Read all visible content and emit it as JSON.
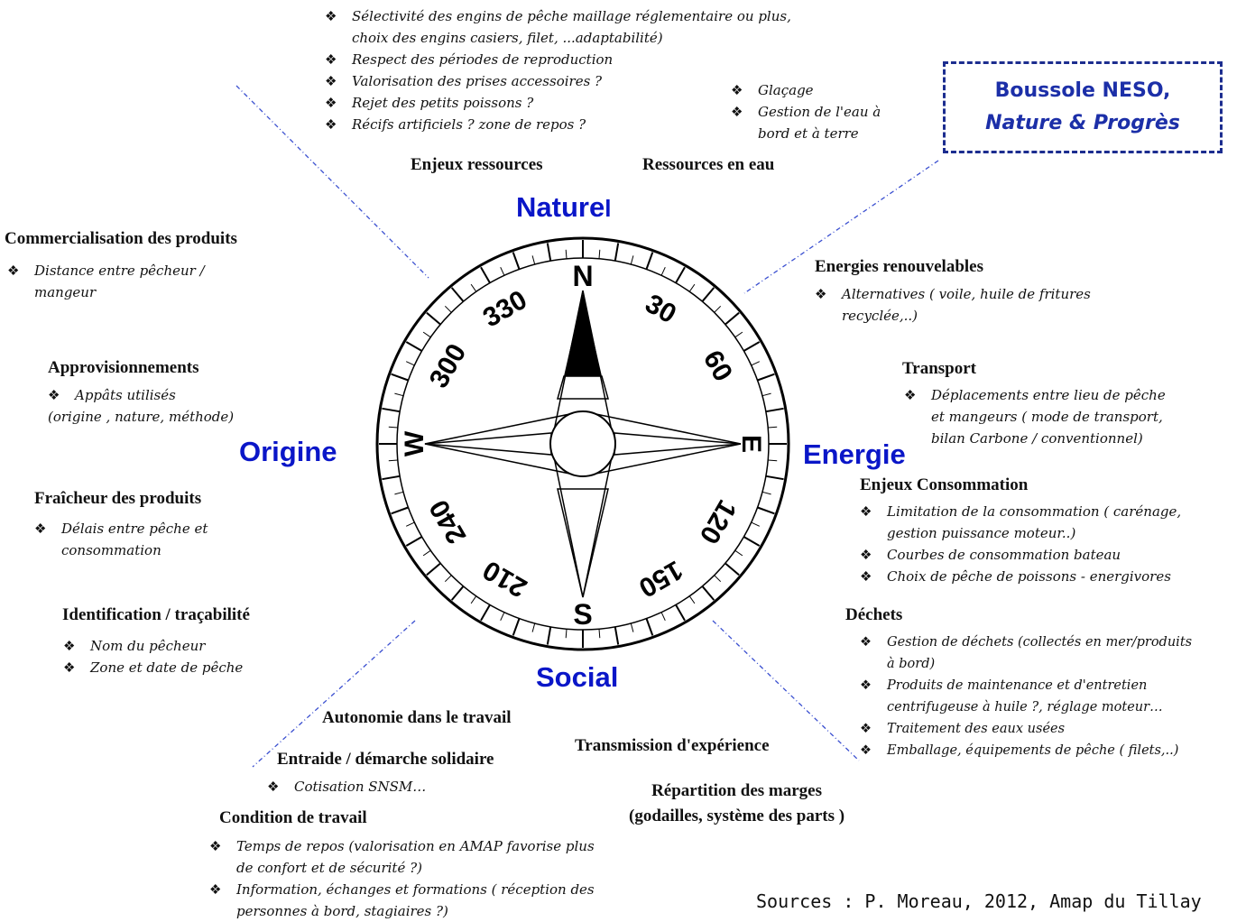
{
  "compass": {
    "north": "Nature",
    "north_suffix": "l",
    "east": "Energie",
    "south": "Social",
    "west": "Origine",
    "letters": [
      "N",
      "E",
      "S",
      "W"
    ],
    "degrees": [
      "30",
      "60",
      "120",
      "150",
      "210",
      "240",
      "300",
      "330"
    ]
  },
  "title": {
    "line1": "Boussole NESO,",
    "line2": "Nature & Progrès"
  },
  "sources": "Sources : P. Moreau, 2012, Amap du Tillay",
  "bullet": "❖",
  "top_list": [
    "Sélectivité des engins de pêche  maillage réglementaire ou plus,",
    "choix des engins  casiers, filet, ...adaptabilité)",
    "Respect des périodes de reproduction",
    "Valorisation des prises accessoires ?",
    "Rejet des petits poissons ?",
    "Récifs artificiels ?  zone de repos ?"
  ],
  "water_list": [
    "Glaçage",
    "Gestion de l'eau à",
    "bord et à terre"
  ],
  "headings": {
    "enjeux_ressources": "Enjeux ressources",
    "ressources_eau": "Ressources en eau",
    "commercialisation": "Commercialisation des produits",
    "approvisionnements": "Approvisionnements",
    "fraicheur": "Fraîcheur des produits",
    "identification": "Identification / traçabilité",
    "energies_renouvelables": "Energies renouvelables",
    "transport": "Transport",
    "enjeux_consommation": "Enjeux Consommation",
    "dechets": "Déchets",
    "autonomie": "Autonomie dans le travail",
    "entraide": "Entraide / démarche solidaire",
    "condition": "Condition de travail",
    "transmission": "Transmission d'expérience",
    "repartition1": "Répartition des marges",
    "repartition2": "(godailles, système des parts )"
  },
  "lists": {
    "commercialisation": [
      "Distance entre pêcheur /",
      "mangeur"
    ],
    "approvisionnements": [
      "Appâts utilisés",
      "(origine , nature, méthode)"
    ],
    "fraicheur": [
      "Délais entre pêche et",
      "consommation"
    ],
    "identification": [
      "Nom du pêcheur",
      "Zone et date de pêche"
    ],
    "energies_renouvelables": [
      "Alternatives ( voile, huile de fritures",
      "recyclée,..)"
    ],
    "transport": [
      "Déplacements entre lieu de pêche",
      "et mangeurs ( mode de transport,",
      "bilan Carbone / conventionnel)"
    ],
    "enjeux_consommation": [
      "Limitation de la consommation ( carénage,",
      "gestion puissance moteur..)",
      "Courbes de consommation bateau",
      "Choix de pêche de poissons - energivores"
    ],
    "dechets": [
      "Gestion de déchets (collectés en mer/produits",
      "à bord)",
      "Produits de maintenance et d'entretien",
      "centrifugeuse à huile ?, réglage moteur…",
      "Traitement des eaux usées",
      "Emballage, équipements de pêche ( filets,..)"
    ],
    "entraide": [
      "Cotisation SNSM…"
    ],
    "condition": [
      "Temps de repos (valorisation en AMAP favorise plus",
      "de confort et de  sécurité ?)",
      "Information, échanges et formations ( réception des",
      "personnes à bord, stagiaires ?)"
    ]
  }
}
